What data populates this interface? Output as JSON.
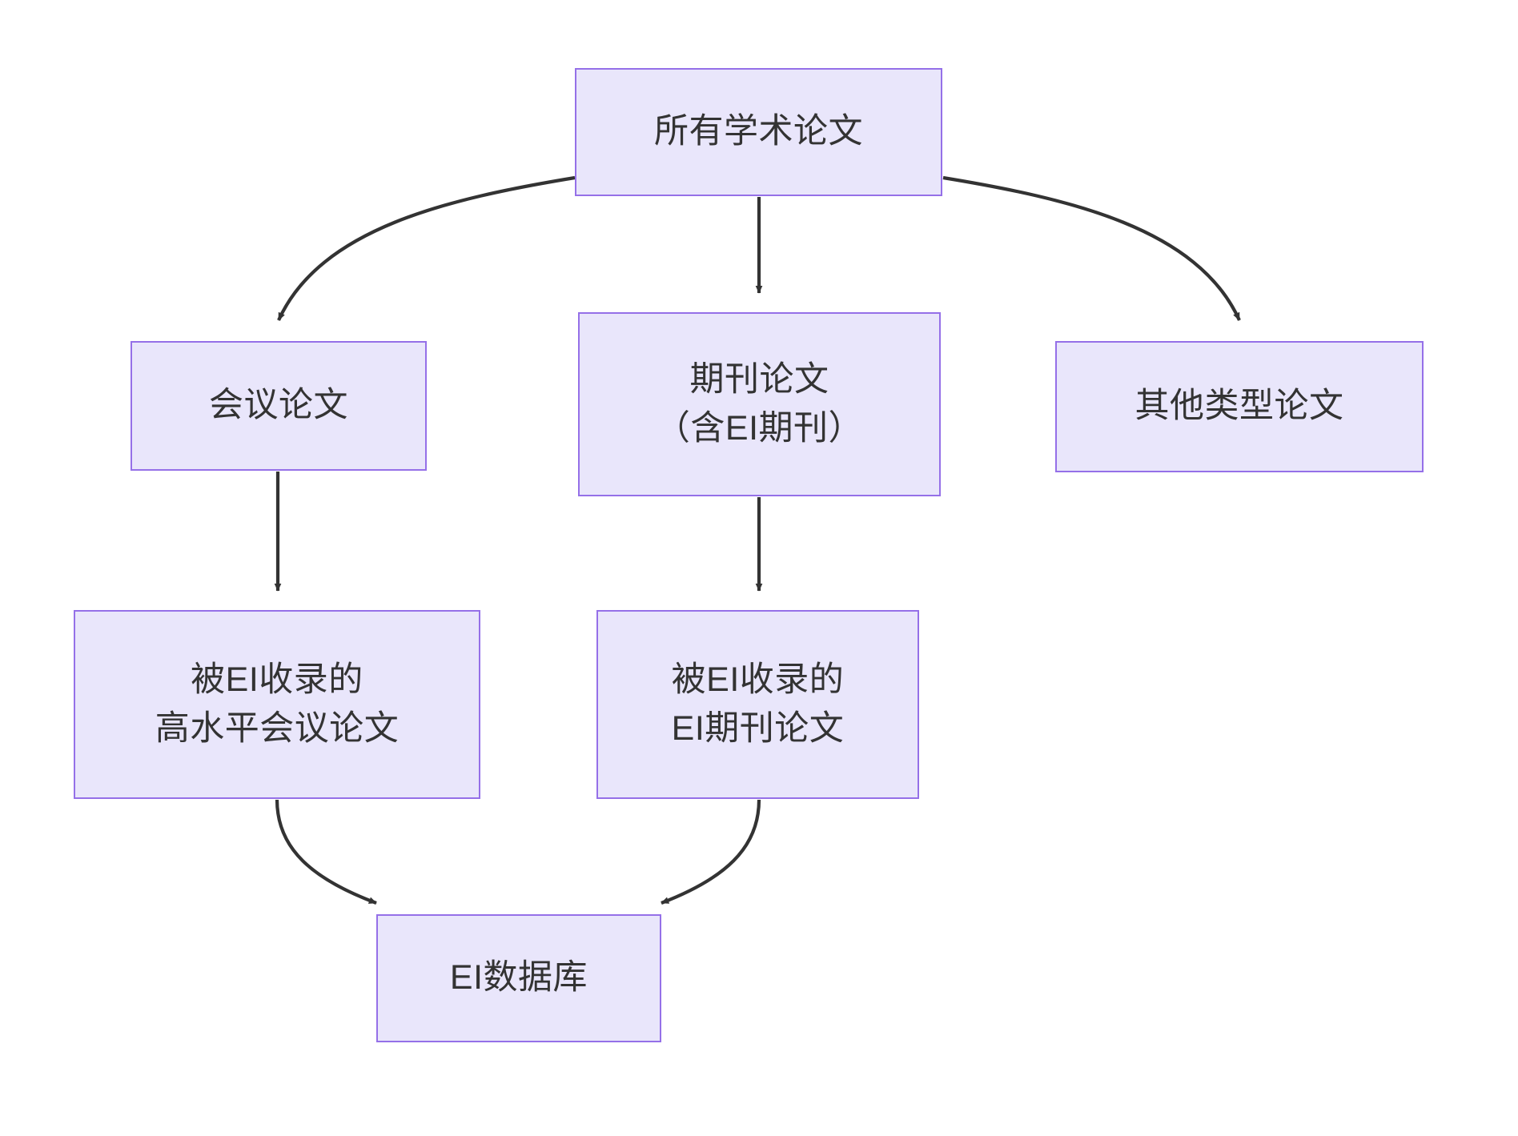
{
  "diagram": {
    "type": "flowchart",
    "direction": "top-down",
    "background_color": "#ffffff",
    "node_fill_color": "#e9e6fb",
    "node_border_color": "#9570e8",
    "node_text_color": "#333333",
    "edge_color": "#333333",
    "nodes": [
      {
        "id": "all-papers",
        "label": "所有学术论文",
        "lines": [
          "所有学术论文"
        ]
      },
      {
        "id": "conference",
        "label": "会议论文",
        "lines": [
          "会议论文"
        ]
      },
      {
        "id": "journal",
        "label": "期刊论文\n（含EI期刊）",
        "lines": [
          "期刊论文",
          "（含EI期刊）"
        ]
      },
      {
        "id": "other",
        "label": "其他类型论文",
        "lines": [
          "其他类型论文"
        ]
      },
      {
        "id": "ei-conference",
        "label": "被EI收录的\n高水平会议论文",
        "lines": [
          "被EI收录的",
          "高水平会议论文"
        ]
      },
      {
        "id": "ei-journal",
        "label": "被EI收录的\nEI期刊论文",
        "lines": [
          "被EI收录的",
          "EI期刊论文"
        ]
      },
      {
        "id": "ei-database",
        "label": "EI数据库",
        "lines": [
          "EI数据库"
        ]
      }
    ],
    "edges": [
      {
        "id": "edge-all-to-conference",
        "from": "all-papers",
        "to": "conference",
        "label": "",
        "style": "curved"
      },
      {
        "id": "edge-all-to-journal",
        "from": "all-papers",
        "to": "journal",
        "label": "",
        "style": "straight"
      },
      {
        "id": "edge-all-to-other",
        "from": "all-papers",
        "to": "other",
        "label": "",
        "style": "curved"
      },
      {
        "id": "edge-conference-to-ei-conference",
        "from": "conference",
        "to": "ei-conference",
        "label": "",
        "style": "straight"
      },
      {
        "id": "edge-journal-to-ei-journal",
        "from": "journal",
        "to": "ei-journal",
        "label": "",
        "style": "straight"
      },
      {
        "id": "edge-ei-conference-to-database",
        "from": "ei-conference",
        "to": "ei-database",
        "label": "",
        "style": "curved"
      },
      {
        "id": "edge-ei-journal-to-database",
        "from": "ei-journal",
        "to": "ei-database",
        "label": "",
        "style": "curved"
      }
    ]
  }
}
